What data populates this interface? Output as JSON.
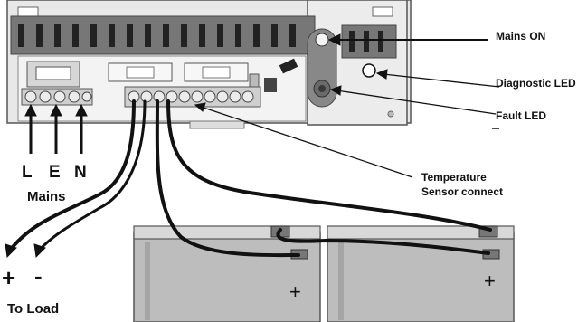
{
  "labels": {
    "mains_on": "Mains ON",
    "diagnostic_led": "Diagnostic LED",
    "fault_led": "Fault LED",
    "temp_sensor_line1": "Temperature",
    "temp_sensor_line2": "Sensor connect",
    "terminal_l": "L",
    "terminal_e": "E",
    "terminal_n": "N",
    "mains": "Mains",
    "plus_load": "+",
    "minus_load": "-",
    "to_load": "To Load",
    "battery1_plus": "+",
    "battery2_plus": "+"
  },
  "colors": {
    "casing": "#e6e6e6",
    "casing_dark": "#6e6e6e",
    "battery": "#b9b9b9",
    "battery_top": "#d9d9d9",
    "wire": "#111111"
  }
}
